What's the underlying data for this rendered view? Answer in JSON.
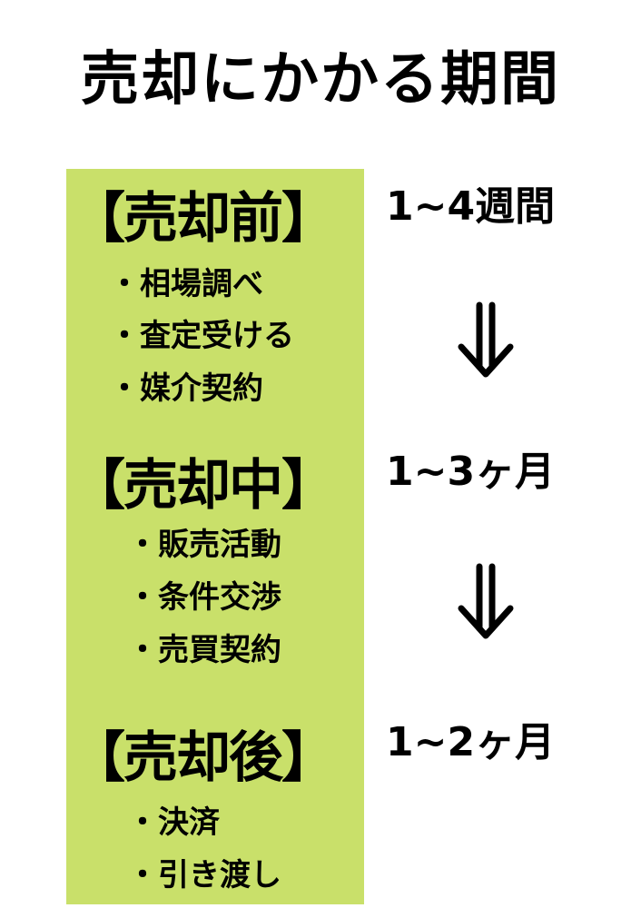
{
  "title": "売却にかかる期間",
  "colors": {
    "panel": "#c9e06a",
    "text": "#000000",
    "background": "#ffffff"
  },
  "stages": [
    {
      "heading": "【売却前】",
      "tasks": [
        "・相場調べ",
        "・査定受ける",
        "・媒介契約"
      ],
      "duration": "1~4週間"
    },
    {
      "heading": "【売却中】",
      "tasks": [
        "・販売活動",
        "・条件交渉",
        "・売買契約"
      ],
      "duration": "1~3ヶ月"
    },
    {
      "heading": "【売却後】",
      "tasks": [
        "・決済",
        "・引き渡し"
      ],
      "duration": "1~2ヶ月"
    }
  ],
  "arrows": [
    {
      "icon": "double-down-arrow-icon"
    },
    {
      "icon": "double-down-arrow-icon"
    }
  ]
}
